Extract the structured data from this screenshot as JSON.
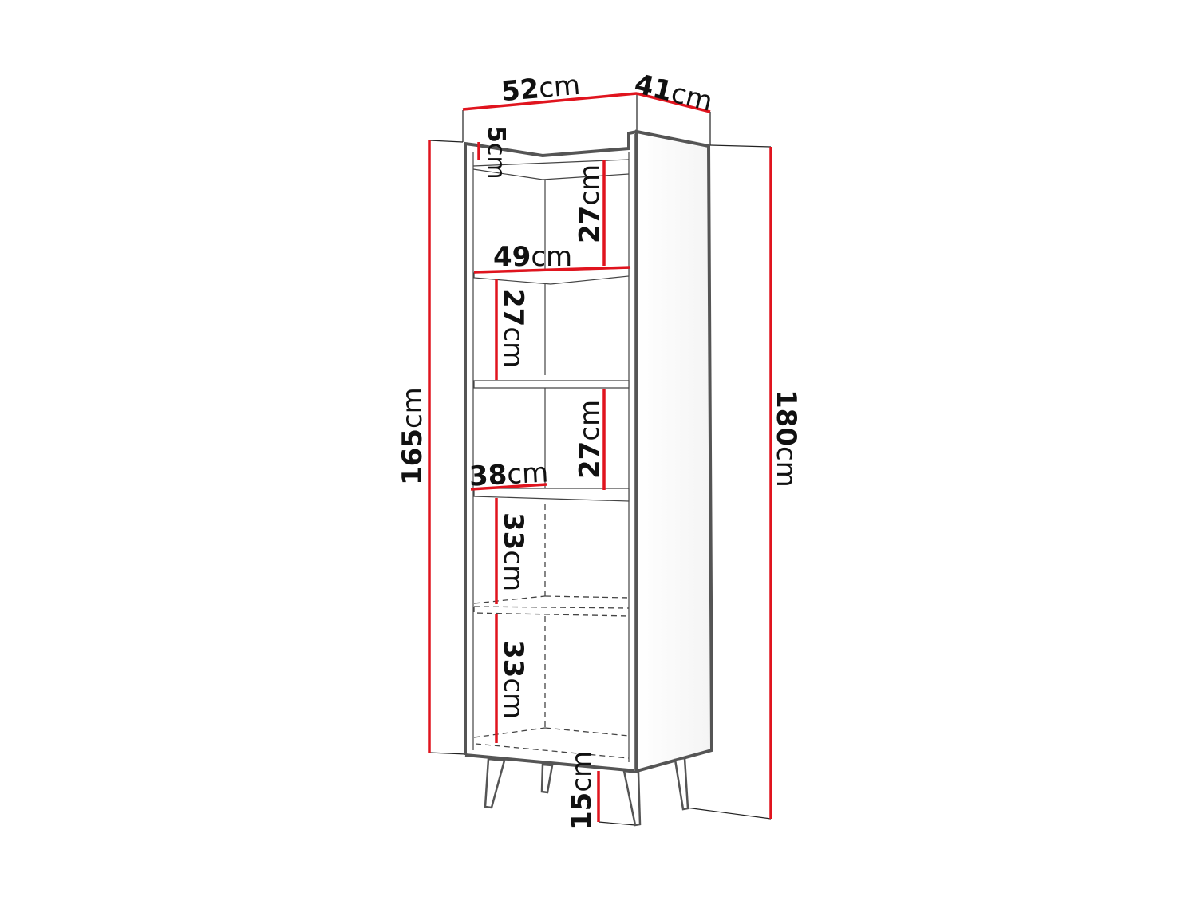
{
  "diagram": {
    "subject": "Tall open bookshelf with angled legs",
    "unit": "cm",
    "colors": {
      "dimension_line": "#e0141e",
      "outline": "#555555",
      "thin_line": "#222222",
      "background": "#ffffff"
    },
    "dimensions": {
      "width": {
        "value": "52",
        "unit": "cm"
      },
      "depth": {
        "value": "41",
        "unit": "cm"
      },
      "top_rail": {
        "value": "5",
        "unit": "cm"
      },
      "shelf1": {
        "value": "27",
        "unit": "cm"
      },
      "inner_width": {
        "value": "49",
        "unit": "cm"
      },
      "shelf2": {
        "value": "27",
        "unit": "cm"
      },
      "shelf3": {
        "value": "27",
        "unit": "cm"
      },
      "inner_depth": {
        "value": "38",
        "unit": "cm"
      },
      "shelf4": {
        "value": "33",
        "unit": "cm"
      },
      "shelf5": {
        "value": "33",
        "unit": "cm"
      },
      "body_height": {
        "value": "165",
        "unit": "cm"
      },
      "total_height": {
        "value": "180",
        "unit": "cm"
      },
      "leg_height": {
        "value": "15",
        "unit": "cm"
      }
    }
  }
}
